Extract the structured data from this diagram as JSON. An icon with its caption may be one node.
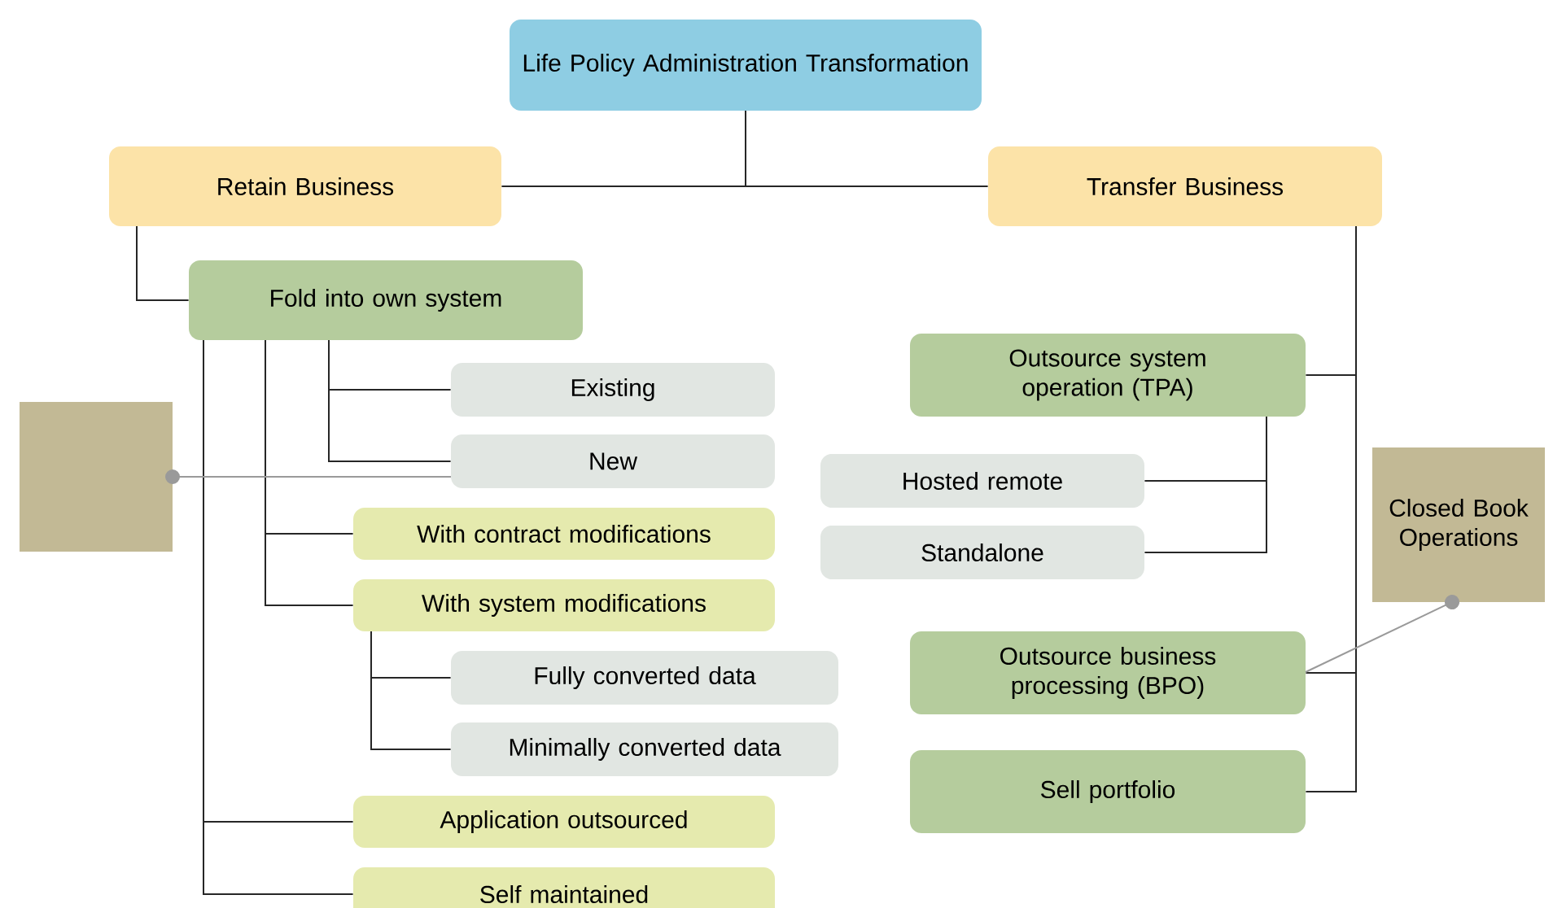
{
  "diagram": {
    "nodes": [
      {
        "text": [
          "Life Policy Administration Transformation"
        ]
      },
      {
        "text": [
          "Retain Business"
        ]
      },
      {
        "text": [
          "Transfer Business"
        ]
      },
      {
        "text": [
          "Fold into own system"
        ]
      },
      {
        "text": [
          "Existing"
        ]
      },
      {
        "text": [
          "New"
        ]
      },
      {
        "text": [
          "With contract modifications"
        ]
      },
      {
        "text": [
          "With system modifications"
        ]
      },
      {
        "text": [
          "Fully converted data"
        ]
      },
      {
        "text": [
          "Minimally converted data"
        ]
      },
      {
        "text": [
          "Application outsourced"
        ]
      },
      {
        "text": [
          "Self maintained"
        ]
      },
      {
        "text": [],
        "shape": "box"
      },
      {
        "text": [
          "Outsource system operation (TPA)"
        ]
      },
      {
        "text": [
          "Hosted remote"
        ]
      },
      {
        "text": [
          "Standalone"
        ]
      },
      {
        "text": [
          "Outsource business processing (BPO)"
        ]
      },
      {
        "text": [
          "Sell portfolio"
        ]
      },
      {
        "text": [
          "Closed Book Operations"
        ]
      }
    ],
    "edges": [
      {
        "from": 0,
        "to": 1,
        "arrow": "none"
      },
      {
        "from": 0,
        "to": 2,
        "arrow": "none"
      },
      {
        "from": 1,
        "to": 3,
        "arrow": "none"
      },
      {
        "from": 3,
        "to": 4,
        "arrow": "none"
      },
      {
        "from": 3,
        "to": 5,
        "arrow": "none"
      },
      {
        "from": 3,
        "to": 6,
        "arrow": "none"
      },
      {
        "from": 3,
        "to": 7,
        "arrow": "none"
      },
      {
        "from": 7,
        "to": 8,
        "arrow": "none"
      },
      {
        "from": 7,
        "to": 9,
        "arrow": "none"
      },
      {
        "from": 3,
        "to": 10,
        "arrow": "none"
      },
      {
        "from": 3,
        "to": 11,
        "arrow": "none"
      },
      {
        "from": 12,
        "to": 5,
        "arrow": "other",
        "color": "#9a9a9a"
      },
      {
        "from": 2,
        "to": 13,
        "arrow": "none"
      },
      {
        "from": 13,
        "to": 14,
        "arrow": "none"
      },
      {
        "from": 13,
        "to": 15,
        "arrow": "none"
      },
      {
        "from": 2,
        "to": 16,
        "arrow": "none"
      },
      {
        "from": 2,
        "to": 17,
        "arrow": "none"
      },
      {
        "from": 18,
        "to": 16,
        "arrow": "other",
        "color": "#9a9a9a"
      }
    ]
  }
}
